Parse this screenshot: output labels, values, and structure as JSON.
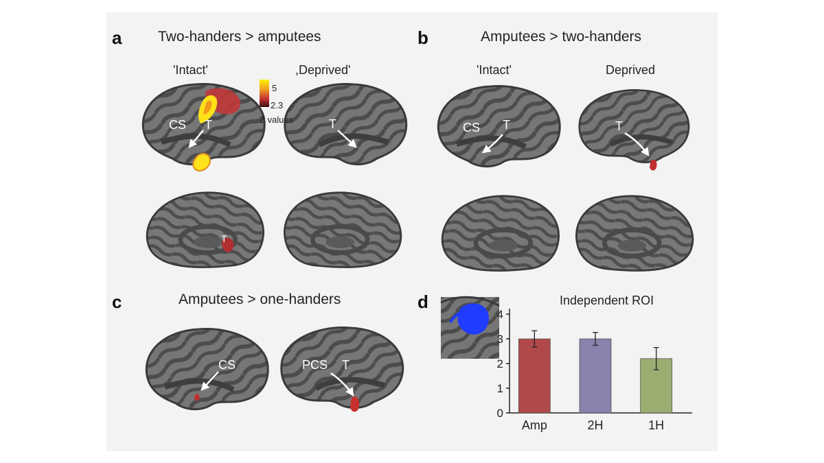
{
  "panels": {
    "a": {
      "letter": "a",
      "title": "Two-handers > amputees",
      "col_left": "'Intact'",
      "col_right": ",Deprived'",
      "labels": {
        "cs": "CS",
        "t_left": "T",
        "t_right": "T",
        "t_medial": "T"
      },
      "colorbar": {
        "max": "5",
        "min": "2.3",
        "label": "Z values",
        "colors": [
          "#fff200",
          "#f0a020",
          "#c83030",
          "#3a1010"
        ]
      }
    },
    "b": {
      "letter": "b",
      "title": "Amputees > two-handers",
      "col_left": "'Intact'",
      "col_right": "Deprived",
      "labels": {
        "cs": "CS",
        "t_left": "T",
        "t_right": "T"
      }
    },
    "c": {
      "letter": "c",
      "title": "Amputees > one-handers",
      "labels": {
        "cs": "CS",
        "pcs": "PCS",
        "t": "T"
      }
    },
    "d": {
      "letter": "d"
    }
  },
  "chart_data": {
    "type": "bar",
    "title": "Independent ROI",
    "categories": [
      "Amp",
      "2H",
      "1H"
    ],
    "values": [
      3.0,
      3.0,
      2.2
    ],
    "errors": [
      0.33,
      0.26,
      0.45
    ],
    "colors": [
      "#b04a4a",
      "#8a82ad",
      "#9aae72"
    ],
    "ylim": [
      0,
      4
    ],
    "yticks": [
      "0",
      "1",
      "2",
      "3",
      "4"
    ],
    "xlabel": "",
    "ylabel": ""
  }
}
